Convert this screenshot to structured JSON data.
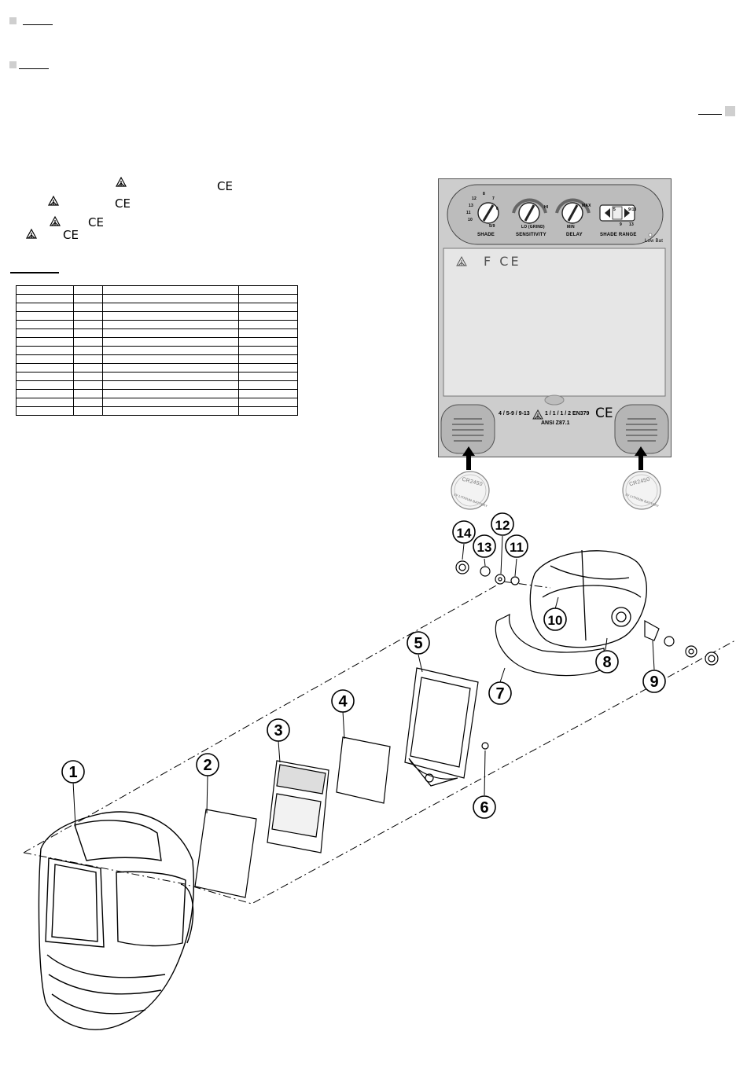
{
  "cartridge": {
    "controls": {
      "shade_label": "SHADE",
      "sensitivity_label": "SENSITIVITY",
      "delay_label": "DELAY",
      "shade_range_label": "SHADE RANGE",
      "low_bat_label": "Low Bat",
      "shade_scale": [
        "12",
        "8",
        "13",
        "7",
        "11",
        "6",
        "10",
        "5/9"
      ],
      "shade_range_values": [
        "9/13",
        "5",
        "9",
        "13"
      ],
      "sensitivity_scale": [
        "LO (GRIND)",
        "HI"
      ],
      "delay_scale": [
        "MAX",
        "MIN"
      ]
    },
    "window_marks": "F  CE",
    "standards_line": "4 / 5-9 / 9-13",
    "class_line": "1 / 1 / 1 / 2  EN379",
    "ansi_line": "ANSI Z87.1",
    "ce_mark": "CE"
  },
  "battery": {
    "model": "CR2450",
    "sub": "3V LITHIUM BATTERY"
  },
  "marks": {
    "ce": "CE"
  },
  "callouts": [
    "1",
    "2",
    "3",
    "4",
    "5",
    "6",
    "7",
    "8",
    "9",
    "10",
    "11",
    "12",
    "13",
    "14"
  ],
  "parts_table": {
    "rows": 15,
    "cols": 4
  }
}
